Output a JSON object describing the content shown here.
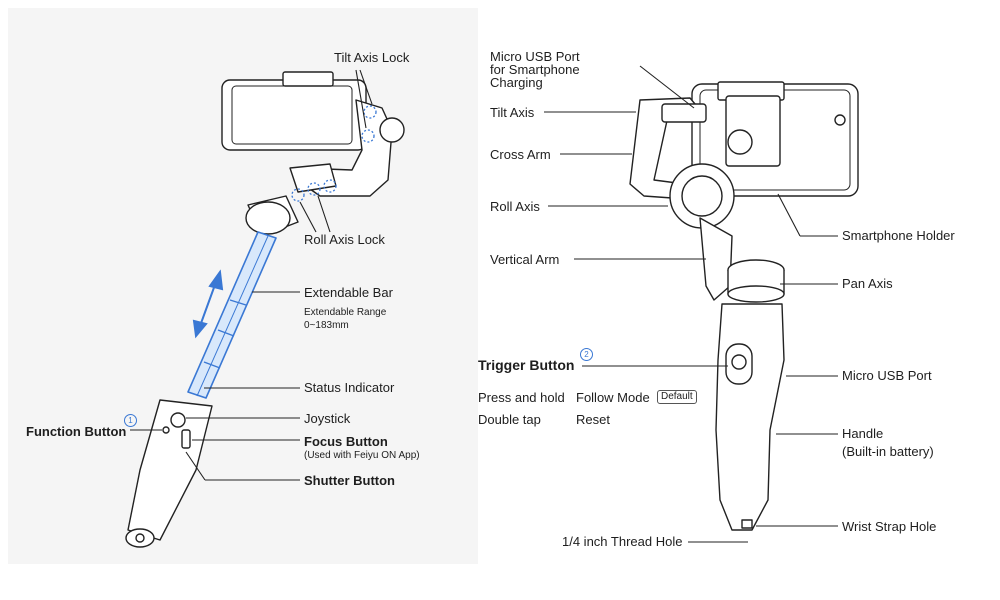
{
  "left": {
    "tilt_axis_lock": "Tilt Axis Lock",
    "roll_axis_lock": "Roll Axis Lock",
    "extendable_bar": "Extendable Bar",
    "extendable_range": "Extendable Range",
    "range_value": "0~183mm",
    "status_indicator": "Status Indicator",
    "joystick": "Joystick",
    "focus_button": "Focus Button",
    "focus_note": "(Used with Feiyu ON App)",
    "shutter_button": "Shutter Button",
    "function_button": "Function Button",
    "function_number": "1"
  },
  "right": {
    "micro_usb_charging": [
      "Micro USB Port",
      "for Smartphone",
      "Charging"
    ],
    "tilt_axis": "Tilt Axis",
    "cross_arm": "Cross Arm",
    "roll_axis": "Roll Axis",
    "vertical_arm": "Vertical Arm",
    "smartphone_holder": "Smartphone Holder",
    "pan_axis": "Pan Axis",
    "trigger_button": "Trigger Button",
    "trigger_number": "2",
    "press_and_hold": "Press and hold",
    "follow_mode": "Follow Mode",
    "default_badge": "Default",
    "double_tap": "Double tap",
    "reset": "Reset",
    "micro_usb_port": "Micro USB Port",
    "handle": "Handle",
    "handle_note": "(Built-in battery)",
    "wrist_strap_hole": "Wrist Strap Hole",
    "thread_hole": "1/4 inch Thread Hole"
  },
  "colors": {
    "accent": "#3a78d4",
    "line": "#222222",
    "panel": "#f4f4f4"
  }
}
